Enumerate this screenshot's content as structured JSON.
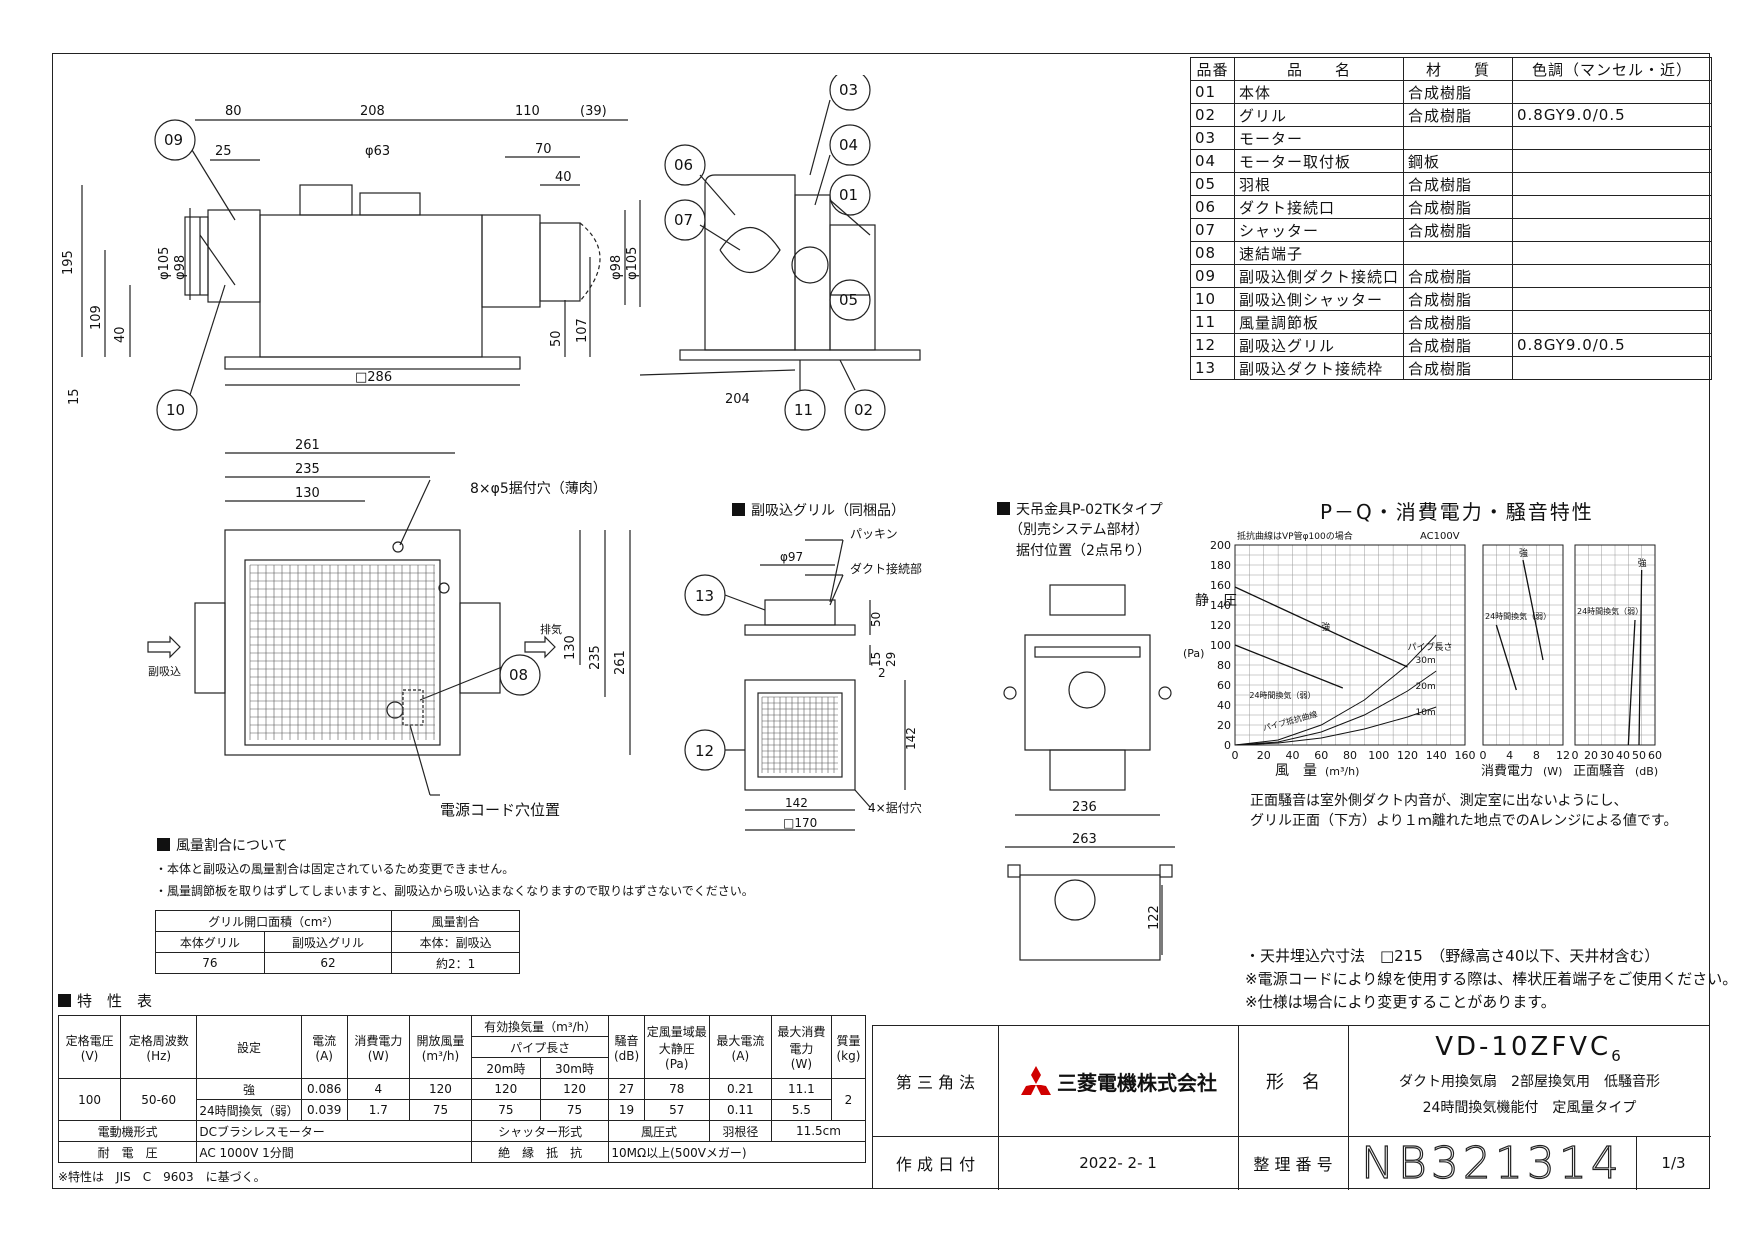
{
  "parts_table": {
    "headers": [
      "品番",
      "品　　名",
      "材　　質",
      "色調（マンセル・近）"
    ],
    "rows": [
      [
        "01",
        "本体",
        "合成樹脂",
        ""
      ],
      [
        "02",
        "グリル",
        "合成樹脂",
        "0.8GY9.0/0.5"
      ],
      [
        "03",
        "モーター",
        "",
        ""
      ],
      [
        "04",
        "モーター取付板",
        "鋼板",
        ""
      ],
      [
        "05",
        "羽根",
        "合成樹脂",
        ""
      ],
      [
        "06",
        "ダクト接続口",
        "合成樹脂",
        ""
      ],
      [
        "07",
        "シャッター",
        "合成樹脂",
        ""
      ],
      [
        "08",
        "速結端子",
        "",
        ""
      ],
      [
        "09",
        "副吸込側ダクト接続口",
        "合成樹脂",
        ""
      ],
      [
        "10",
        "副吸込側シャッター",
        "合成樹脂",
        ""
      ],
      [
        "11",
        "風量調節板",
        "合成樹脂",
        ""
      ],
      [
        "12",
        "副吸込グリル",
        "合成樹脂",
        "0.8GY9.0/0.5"
      ],
      [
        "13",
        "副吸込ダクト接続枠",
        "合成樹脂",
        ""
      ]
    ]
  },
  "front_view": {
    "dims": [
      "80",
      "208",
      "110",
      "(39)",
      "25",
      "φ63",
      "70",
      "40",
      "195",
      "φ105",
      "φ98",
      "109",
      "40",
      "15",
      "φ98",
      "φ105",
      "50",
      "107",
      "□286"
    ],
    "callouts": [
      "09",
      "10"
    ]
  },
  "side_view": {
    "dims": [
      "204"
    ],
    "callouts": [
      "03",
      "04",
      "06",
      "07",
      "01",
      "05",
      "11",
      "02"
    ]
  },
  "top_view": {
    "dims": [
      "261",
      "235",
      "130",
      "130",
      "235",
      "261"
    ],
    "label_holes": "8×φ5据付穴（薄肉）",
    "label_exhaust": "排気",
    "label_intake": "副吸込",
    "label_cord": "電源コード穴位置",
    "callouts": [
      "08"
    ]
  },
  "grille": {
    "title": "副吸込グリル（同梱品）",
    "label_packing": "パッキン",
    "label_duct": "ダクト接続部",
    "label_holes": "4×据付穴",
    "dims": [
      "φ97",
      "50",
      "15",
      "29",
      "142",
      "2",
      "142",
      "□170"
    ],
    "callouts": [
      "13",
      "12"
    ]
  },
  "hanger": {
    "title": "天吊金具P-02TKタイプ",
    "sub1": "（別売システム部材）",
    "sub2": "据付位置（2点吊り）",
    "dims": [
      "236",
      "263",
      "122"
    ]
  },
  "chart_data": [
    {
      "type": "line",
      "title": "P－Q・消費電力・騒音特性",
      "note": "抵抗曲線はVP管φ100の場合",
      "power": "AC100V",
      "ylabel": "静　圧",
      "yunit": "(Pa)",
      "xlabel": "風　量",
      "xunit": "(m³/h)",
      "xlim": [
        0,
        160
      ],
      "ylim": [
        0,
        200
      ],
      "xticks": [
        "0",
        "20",
        "40",
        "60",
        "80",
        "100",
        "120",
        "140",
        "160"
      ],
      "yticks": [
        "0",
        "20",
        "40",
        "60",
        "80",
        "100",
        "120",
        "140",
        "160",
        "180",
        "200"
      ],
      "series": [
        {
          "name": "強",
          "x": [
            0,
            120
          ],
          "y": [
            158,
            78
          ]
        },
        {
          "name": "24時間換気（弱）",
          "x": [
            0,
            75
          ],
          "y": [
            100,
            57
          ]
        }
      ],
      "resistance_curves": [
        {
          "name": "30m",
          "x": [
            0,
            30,
            60,
            90,
            120,
            140
          ],
          "y": [
            0,
            5,
            20,
            45,
            80,
            110
          ]
        },
        {
          "name": "20m",
          "x": [
            0,
            30,
            60,
            90,
            120,
            140
          ],
          "y": [
            0,
            3,
            13,
            30,
            54,
            74
          ]
        },
        {
          "name": "10m",
          "x": [
            0,
            30,
            60,
            90,
            120,
            140
          ],
          "y": [
            0,
            2,
            7,
            16,
            28,
            38
          ]
        }
      ],
      "labels": {
        "strong": "強",
        "weak": "24時間換気（弱）",
        "pipe": "パイプ長さ",
        "curve": "パイプ抵抗曲線"
      }
    },
    {
      "type": "line",
      "xlabel": "消費電力",
      "xunit": "(W)",
      "xlim": [
        0,
        12
      ],
      "xticks": [
        "0",
        "4",
        "8",
        "12"
      ],
      "series": [
        {
          "name": "強",
          "x": [
            6,
            9
          ],
          "y": [
            185,
            85
          ]
        },
        {
          "name": "24時間換気（弱）",
          "x": [
            2,
            5
          ],
          "y": [
            120,
            55
          ]
        }
      ]
    },
    {
      "type": "line",
      "xlabel": "正面騒音",
      "xunit": "(dB)",
      "xlim": [
        0,
        60
      ],
      "xticks": [
        "0",
        "20",
        "30",
        "40",
        "50",
        "60"
      ],
      "series": [
        {
          "name": "強",
          "x": [
            50,
            48
          ],
          "y": [
            175,
            0
          ]
        },
        {
          "name": "24時間換気（弱）",
          "x": [
            45,
            40
          ],
          "y": [
            125,
            0
          ]
        }
      ]
    }
  ],
  "chart_note1": "正面騒音は室外側ダクト内音が、測定室に出ないようにし、",
  "chart_note2": "グリル正面（下方）より１ｍ離れた地点でのAレンジによる値です。",
  "airflow": {
    "title": "風量割合について",
    "note1": "・本体と副吸込の風量割合は固定されているため変更できません。",
    "note2": "・風量調節板を取りはずしてしまいますと、副吸込から吸い込まなくなりますので取りはずさないでください。",
    "h1": "グリル開口面積（cm²）",
    "h2": "風量割合",
    "h1a": "本体グリル",
    "h1b": "副吸込グリル",
    "h2a": "本体：副吸込",
    "v1": "76",
    "v2": "62",
    "v3": "約2：1"
  },
  "spec": {
    "title": "特　性　表",
    "h_voltage": "定格電圧",
    "h_voltage_u": "(V)",
    "h_freq": "定格周波数",
    "h_freq_u": "(Hz)",
    "h_setting": "設定",
    "h_current": "電流",
    "h_current_u": "(A)",
    "h_power": "消費電力",
    "h_power_u": "(W)",
    "h_open": "開放風量",
    "h_open_u": "(m³/h)",
    "h_eff": "有効換気量（m³/h）",
    "h_pipe": "パイプ長さ",
    "h_20": "20m時",
    "h_30": "30m時",
    "h_noise": "騒音",
    "h_noise_u": "(dB)",
    "h_static": "定風量域最大静圧",
    "h_static_u": "(Pa)",
    "h_maxcur": "最大電流",
    "h_maxcur_u": "(A)",
    "h_maxpow": "最大消費電力",
    "h_maxpow_u": "(W)",
    "h_mass": "質量",
    "h_mass_u": "(kg)",
    "voltage": "100",
    "freq": "50-60",
    "mass": "2",
    "rows": [
      {
        "setting": "強",
        "current": "0.086",
        "power": "4",
        "open": "120",
        "p20": "120",
        "p30": "120",
        "noise": "27",
        "static": "78",
        "maxcur": "0.21",
        "maxpow": "11.1"
      },
      {
        "setting": "24時間換気（弱）",
        "current": "0.039",
        "power": "1.7",
        "open": "75",
        "p20": "75",
        "p30": "75",
        "noise": "19",
        "static": "57",
        "maxcur": "0.11",
        "maxpow": "5.5"
      }
    ],
    "motor_l": "電動機形式",
    "motor_v": "DCブラシレスモーター",
    "shutter_l": "シャッター形式",
    "shutter_v": "風圧式",
    "blade_l": "羽根径",
    "blade_v": "11.5cm",
    "withstand_l": "耐　電　圧",
    "withstand_v": "AC 1000V 1分間",
    "insul_l": "絶　縁　抵　抗",
    "insul_v": "10MΩ以上(500Vメガー)",
    "footnote": "※特性は　JIS　C　9603　に基づく。"
  },
  "notes": [
    "・天井埋込穴寸法　□215　（野縁高さ40以下、天井材含む）",
    "※電源コードにより線を使用する際は、棒状圧着端子をご使用ください。",
    "※仕様は場合により変更することがあります。"
  ],
  "title_block": {
    "projection": "第 三 角 法",
    "company": "三菱電機株式会社",
    "model_label": "形　名",
    "model": "VD-10ZFVC",
    "model_sub": "6",
    "desc1": "ダクト用換気扇　2部屋換気用　低騒音形",
    "desc2": "24時間換気機能付　定風量タイプ",
    "date_label": "作 成 日 付",
    "date": "2022- 2- 1",
    "number_label": "整 理 番 号",
    "number": "NB321314",
    "page": "1/3"
  },
  "colors": {
    "line": "#222222",
    "logo": "#d00000"
  }
}
